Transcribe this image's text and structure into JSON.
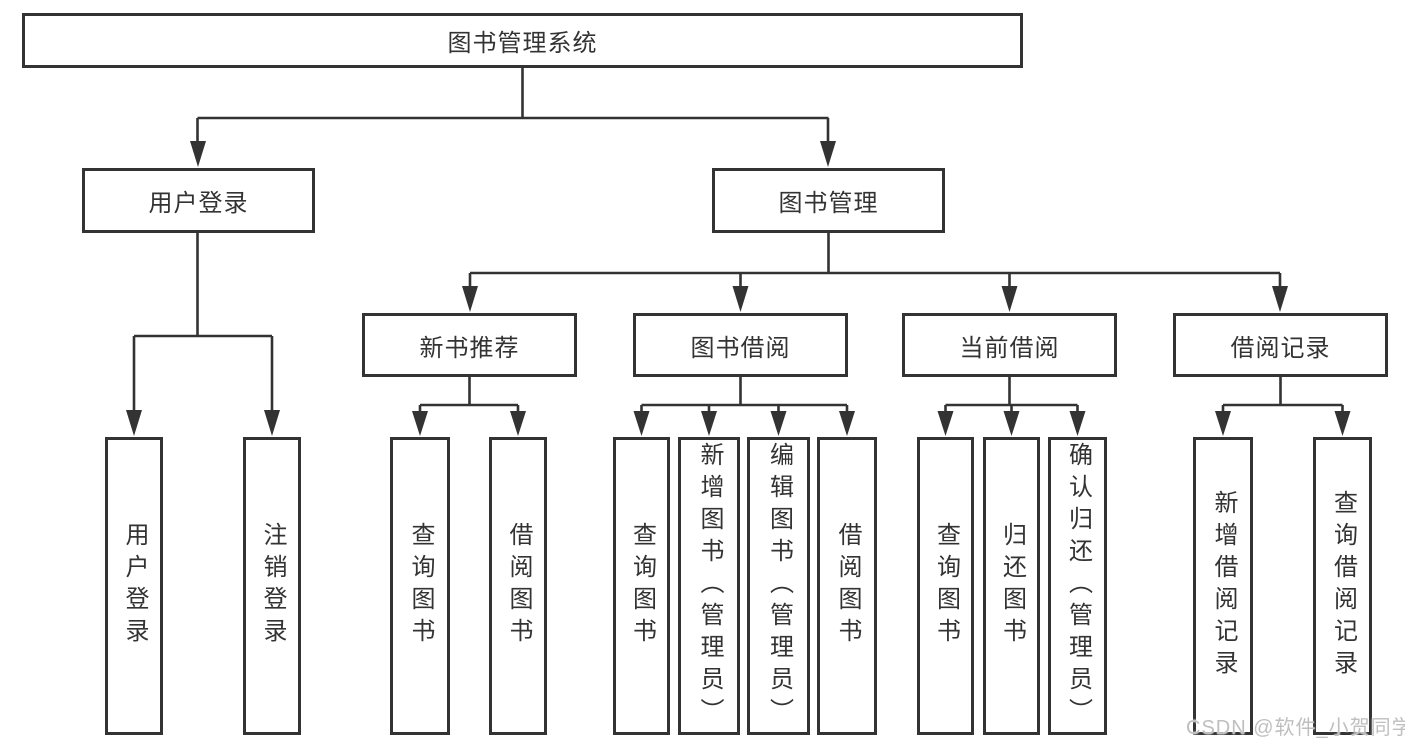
{
  "diagram": {
    "title": "图书管理系统",
    "colors": {
      "line": "#333333",
      "text": "#333333",
      "background": "#ffffff",
      "watermark": "#bfbfbf"
    },
    "nodes": {
      "root": "图书管理系统",
      "user_login": "用户登录",
      "book_management": "图书管理",
      "new_book_recommend": "新书推荐",
      "book_borrow": "图书借阅",
      "current_borrow": "当前借阅",
      "borrow_record": "借阅记录",
      "leaf_user_login": "用户登录",
      "leaf_logout": "注销登录",
      "leaf_query_book_recommend": "查询图书",
      "leaf_borrow_book_recommend": "借阅图书",
      "leaf_query_book_borrow": "查询图书",
      "leaf_add_book": "新增图书（管理员）",
      "leaf_edit_book": "编辑图书（管理员）",
      "leaf_borrow_book_borrow": "借阅图书",
      "leaf_query_book_current": "查询图书",
      "leaf_return_book": "归还图书",
      "leaf_confirm_return": "确认归还（管理员）",
      "leaf_add_borrow_record": "新增借阅记录",
      "leaf_query_borrow_record": "查询借阅记录"
    },
    "edges": [
      {
        "from": "图书管理系统",
        "to": "用户登录"
      },
      {
        "from": "图书管理系统",
        "to": "图书管理"
      },
      {
        "from": "用户登录",
        "to": "用户登录"
      },
      {
        "from": "用户登录",
        "to": "注销登录"
      },
      {
        "from": "图书管理",
        "to": "新书推荐"
      },
      {
        "from": "图书管理",
        "to": "图书借阅"
      },
      {
        "from": "图书管理",
        "to": "当前借阅"
      },
      {
        "from": "图书管理",
        "to": "借阅记录"
      },
      {
        "from": "新书推荐",
        "to": "查询图书"
      },
      {
        "from": "新书推荐",
        "to": "借阅图书"
      },
      {
        "from": "图书借阅",
        "to": "查询图书"
      },
      {
        "from": "图书借阅",
        "to": "新增图书（管理员）"
      },
      {
        "from": "图书借阅",
        "to": "编辑图书（管理员）"
      },
      {
        "from": "图书借阅",
        "to": "借阅图书"
      },
      {
        "from": "当前借阅",
        "to": "查询图书"
      },
      {
        "from": "当前借阅",
        "to": "归还图书"
      },
      {
        "from": "当前借阅",
        "to": "确认归还（管理员）"
      },
      {
        "from": "借阅记录",
        "to": "新增借阅记录"
      },
      {
        "from": "借阅记录",
        "to": "查询借阅记录"
      }
    ],
    "watermark": "CSDN @软件_小贺同学"
  }
}
